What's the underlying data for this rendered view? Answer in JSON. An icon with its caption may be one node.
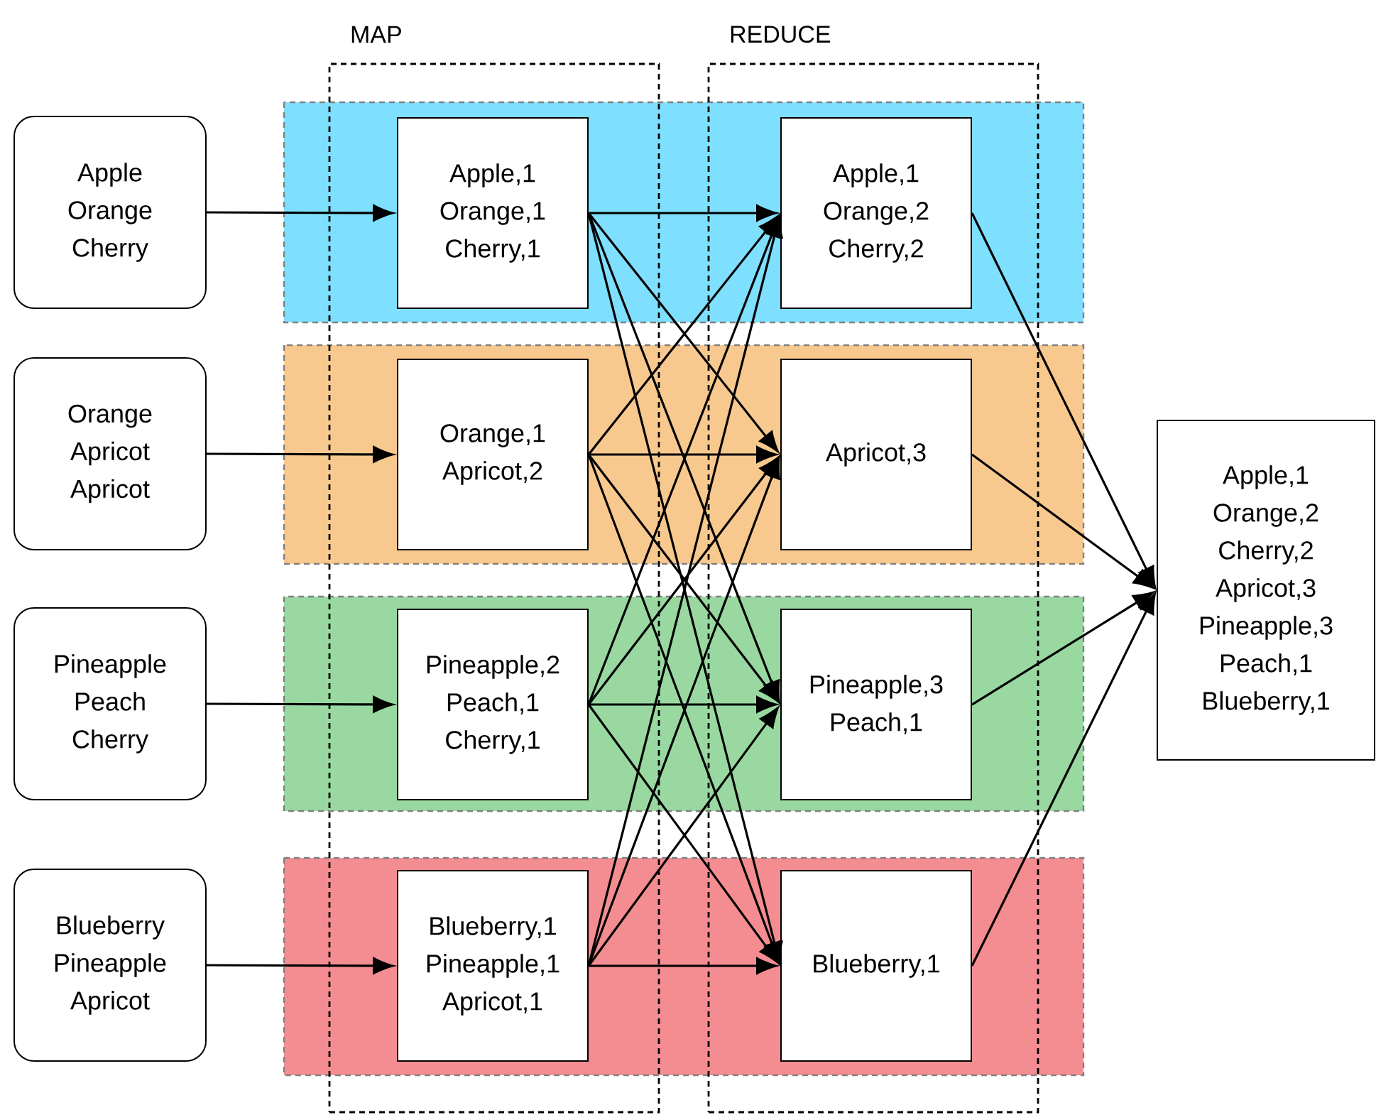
{
  "diagram": {
    "nodes": [
      {
        "text": [
          "MAP"
        ]
      },
      {
        "text": [
          "REDUCE"
        ]
      },
      {
        "text": [
          "Apple Orange Cherry"
        ]
      },
      {
        "text": [
          "Orange Apricot Apricot"
        ]
      },
      {
        "text": [
          "Pineapple Peach Cherry"
        ]
      },
      {
        "text": [
          "Blueberry Pineapple Apricot"
        ]
      },
      {
        "text": [
          "Apple,1 Orange,1 Cherry,1"
        ],
        "in": 0
      },
      {
        "text": [
          "Orange,1 Apricot,2"
        ],
        "in": 0
      },
      {
        "text": [
          "Pineapple,2 Peach,1 Cherry,1"
        ],
        "in": 0
      },
      {
        "text": [
          "Blueberry,1 Pineapple,1 Apricot,1"
        ],
        "in": 0
      },
      {
        "text": [
          "Apple,1 Orange,2 Cherry,2"
        ],
        "in": 1
      },
      {
        "text": [
          "Apricot,3"
        ],
        "in": 1
      },
      {
        "text": [
          "Pineapple,3 Peach,1"
        ],
        "in": 1
      },
      {
        "text": [
          "Blueberry,1"
        ],
        "in": 1
      },
      {
        "text": [
          "Apple,1 Orange,2 Cherry,2 Apricot,3 Pineapple,3 Peach,1 Blueberry,1"
        ]
      }
    ],
    "edges": [
      {
        "from": 2,
        "to": 6,
        "arrow": "to"
      },
      {
        "from": 3,
        "to": 7,
        "arrow": "to"
      },
      {
        "from": 4,
        "to": 8,
        "arrow": "to"
      },
      {
        "from": 5,
        "to": 9,
        "arrow": "to"
      },
      {
        "from": 6,
        "to": 10,
        "arrow": "to"
      },
      {
        "from": 6,
        "to": 11,
        "arrow": "to"
      },
      {
        "from": 6,
        "to": 12,
        "arrow": "to"
      },
      {
        "from": 6,
        "to": 13,
        "arrow": "to"
      },
      {
        "from": 7,
        "to": 10,
        "arrow": "to"
      },
      {
        "from": 7,
        "to": 11,
        "arrow": "to"
      },
      {
        "from": 7,
        "to": 12,
        "arrow": "to"
      },
      {
        "from": 7,
        "to": 13,
        "arrow": "to"
      },
      {
        "from": 8,
        "to": 10,
        "arrow": "to"
      },
      {
        "from": 8,
        "to": 11,
        "arrow": "to"
      },
      {
        "from": 8,
        "to": 12,
        "arrow": "to"
      },
      {
        "from": 8,
        "to": 13,
        "arrow": "to"
      },
      {
        "from": 9,
        "to": 10,
        "arrow": "to"
      },
      {
        "from": 9,
        "to": 11,
        "arrow": "to"
      },
      {
        "from": 9,
        "to": 12,
        "arrow": "to"
      },
      {
        "from": 9,
        "to": 13,
        "arrow": "to"
      },
      {
        "from": 10,
        "to": 14,
        "arrow": "to"
      },
      {
        "from": 11,
        "to": 14,
        "arrow": "to"
      },
      {
        "from": 12,
        "to": 14,
        "arrow": "to"
      },
      {
        "from": 13,
        "to": 14,
        "arrow": "to"
      }
    ]
  }
}
